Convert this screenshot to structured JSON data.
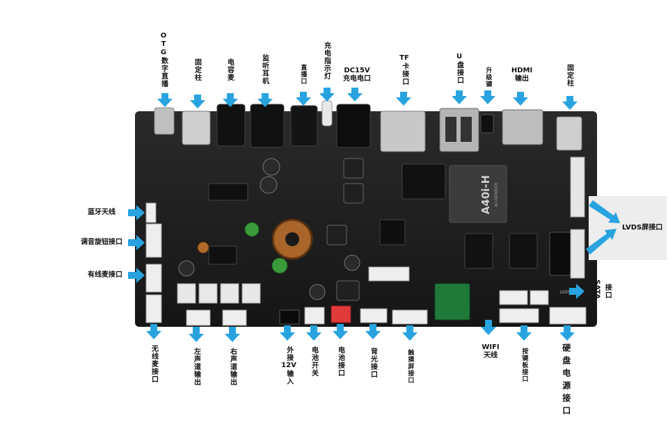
{
  "accent_color": "#29a3e0",
  "board": {
    "chip_text": "A40i-H",
    "brand_text": "ALLWINNER",
    "silk_text": "LVDS"
  },
  "callouts": {
    "otg": "OTG数字直播",
    "fixed_post_left": "固定柱",
    "mic_condenser": "电容麦",
    "monitor_earphone": "监听耳机",
    "live_port": "直播口",
    "charge_led": "充电指示灯",
    "dc_line1": "DC15V",
    "dc_line2": "充电电口",
    "tf_line1": "TF",
    "tf_line2": "卡接口",
    "usb_line1": "U",
    "usb_line2": "盘接口",
    "upgrade_key": "升级键",
    "hdmi_line1": "HDMI",
    "hdmi_line2": "输出",
    "fixed_post_right": "固定柱",
    "bluetooth_antenna": "蓝牙天线",
    "tuning_knob": "调音旋钮接口",
    "wired_mic": "有线麦接口",
    "lvds": "LVDS屏接口",
    "sata_line1": "SATA",
    "sata_line2": "接口",
    "wireless_mic": "无线麦接口",
    "left_channel": "左声道输出",
    "right_channel": "右声道输出",
    "ext12v_line1": "外接",
    "ext12v_line2": "12V",
    "ext12v_line3": "输入",
    "battery_switch": "电池开关",
    "battery_port": "电池接口",
    "backlight": "背光接口",
    "touch_screen": "触摸屏接口",
    "wifi_line1": "WIFI",
    "wifi_line2": "天线",
    "key_board": "按键板接口",
    "hdd_power": "硬盘电源接口"
  }
}
